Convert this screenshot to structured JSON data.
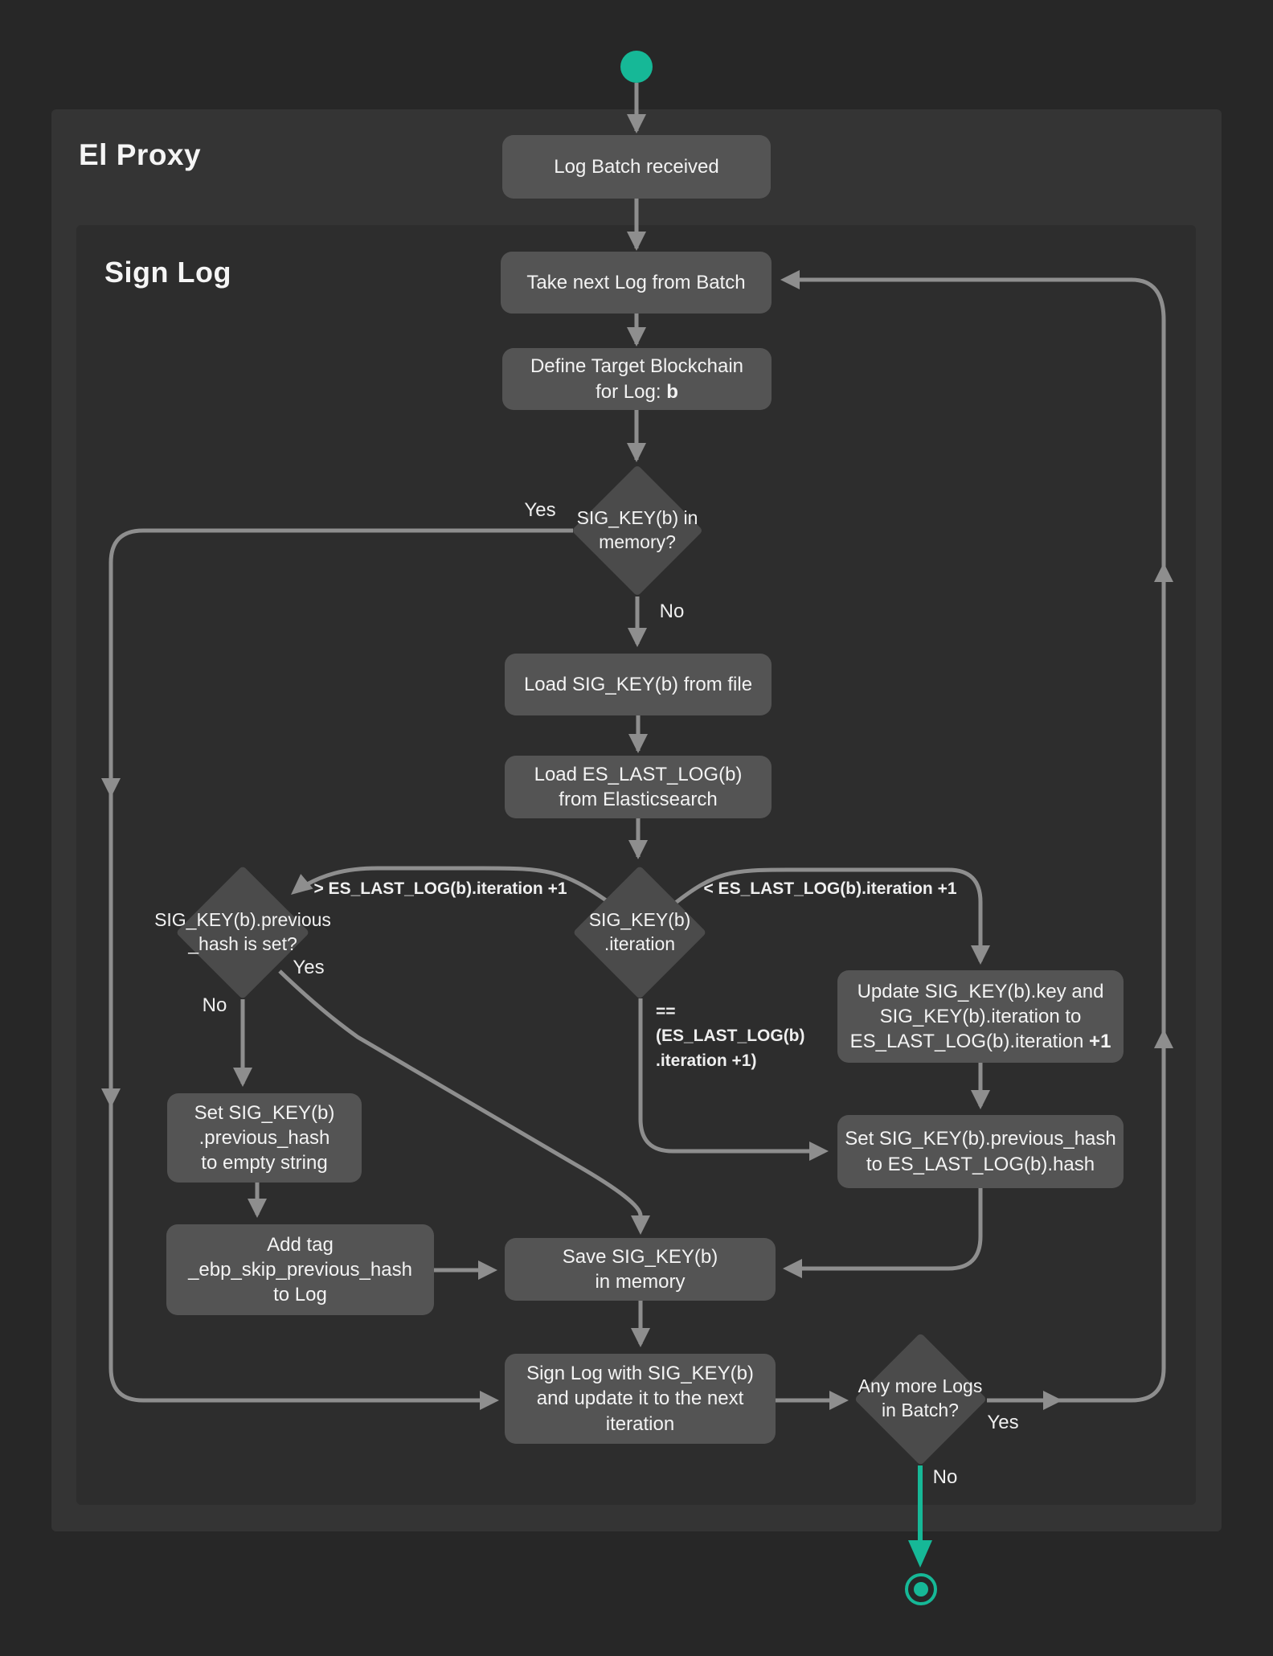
{
  "diagram": {
    "outer_title": "El Proxy",
    "inner_title": "Sign Log",
    "colors": {
      "background": "#272727",
      "outer_panel": "#343434",
      "inner_panel": "#2d2d2d",
      "node_box": "#545454",
      "decision_diamond": "#4b4b4b",
      "edge_line": "#8e8e8e",
      "accent_teal": "#16b897",
      "text": "#f3f3f3"
    },
    "nodes": {
      "log_batch": {
        "text": "Log Batch received"
      },
      "take_next": {
        "text": "Take next Log from Batch"
      },
      "define_target": {
        "pre": "Define Target Blockchain\nfor Log: ",
        "bold": "b"
      },
      "sig_key_in_memory": {
        "text": "SIG_KEY(b) in\nmemory?"
      },
      "load_sig_key": {
        "text": "Load SIG_KEY(b) from file"
      },
      "load_es_last_log": {
        "text": "Load ES_LAST_LOG(b)\nfrom Elasticsearch"
      },
      "sig_key_iteration": {
        "text": "SIG_KEY(b)\n.iteration"
      },
      "previous_hash_set": {
        "text": "SIG_KEY(b).previous\n_hash is set?"
      },
      "update_sig_key": {
        "pre": "Update SIG_KEY(b).key and\nSIG_KEY(b).iteration to\nES_LAST_LOG(b).iteration ",
        "bold": "+1"
      },
      "set_prev_hash_es": {
        "text": "Set SIG_KEY(b).previous_hash\nto ES_LAST_LOG(b).hash"
      },
      "set_prev_hash_empty": {
        "text": "Set SIG_KEY(b)\n.previous_hash\nto empty string"
      },
      "add_tag": {
        "text": "Add tag\n_ebp_skip_previous_hash\nto Log"
      },
      "save_sig_key": {
        "text": "Save SIG_KEY(b)\nin memory"
      },
      "sign_log_step": {
        "text": "Sign Log with SIG_KEY(b)\nand update it to the next\niteration"
      },
      "any_more_logs": {
        "text": "Any more Logs\nin Batch?"
      }
    },
    "edge_labels": {
      "yes_memory": "Yes",
      "no_memory": "No",
      "gt": {
        "pre": "> ES_LAST_LOG(b).iteration ",
        "bold": "+1"
      },
      "lt": {
        "pre": "< ES_LAST_LOG(b).iteration ",
        "bold": "+1"
      },
      "eq": {
        "pre": "==\n(ES_LAST_LOG(b)\n.iteration ",
        "bold": "+1",
        "post": ")"
      },
      "yes_prev": "Yes",
      "no_prev": "No",
      "yes_more": "Yes",
      "no_more": "No"
    }
  }
}
